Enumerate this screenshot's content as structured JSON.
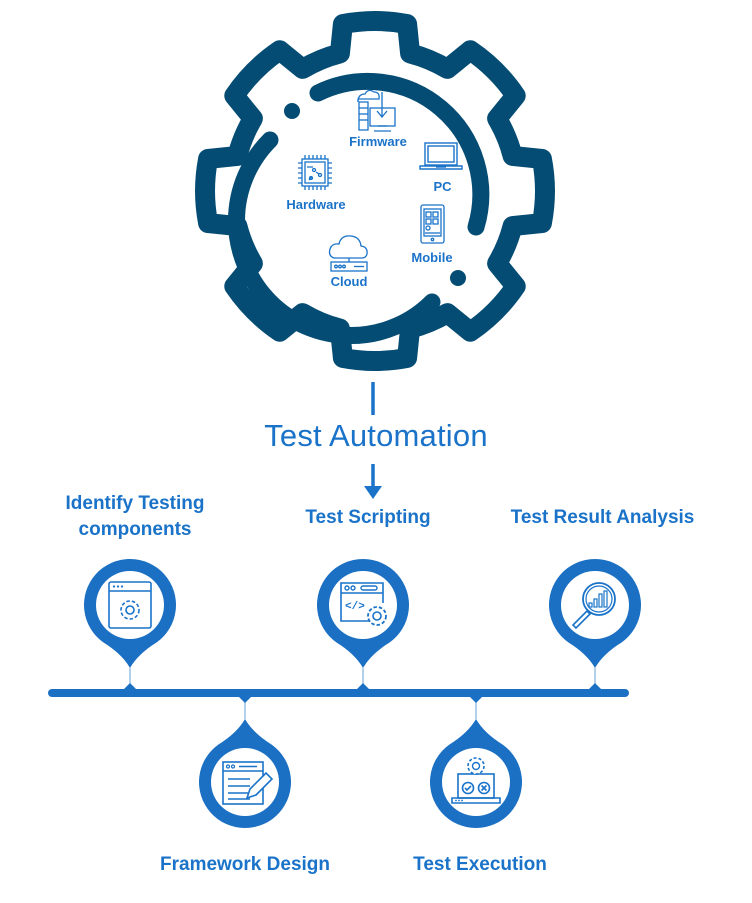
{
  "colors": {
    "gear": "#044c73",
    "accent": "#1a73c9",
    "pin": "#1c70c4",
    "pin_inner": "#ffffff"
  },
  "title": "Test Automation",
  "gear": {
    "items": [
      {
        "label": "Firmware",
        "icon": "firmware-icon"
      },
      {
        "label": "PC",
        "icon": "laptop-icon"
      },
      {
        "label": "Hardware",
        "icon": "chip-icon"
      },
      {
        "label": "Mobile",
        "icon": "mobile-icon"
      },
      {
        "label": "Cloud",
        "icon": "cloud-server-icon"
      }
    ]
  },
  "steps": [
    {
      "label": "Identify Testing components",
      "line1": "Identify Testing",
      "line2": "components",
      "icon": "window-gear-icon",
      "position": "top"
    },
    {
      "label": "Framework Design",
      "icon": "document-pen-icon",
      "position": "bottom"
    },
    {
      "label": "Test Scripting",
      "icon": "code-window-gear-icon",
      "position": "top"
    },
    {
      "label": "Test Execution",
      "icon": "laptop-check-cross-icon",
      "position": "bottom"
    },
    {
      "label": "Test Result Analysis",
      "icon": "magnifier-chart-icon",
      "position": "top"
    }
  ]
}
